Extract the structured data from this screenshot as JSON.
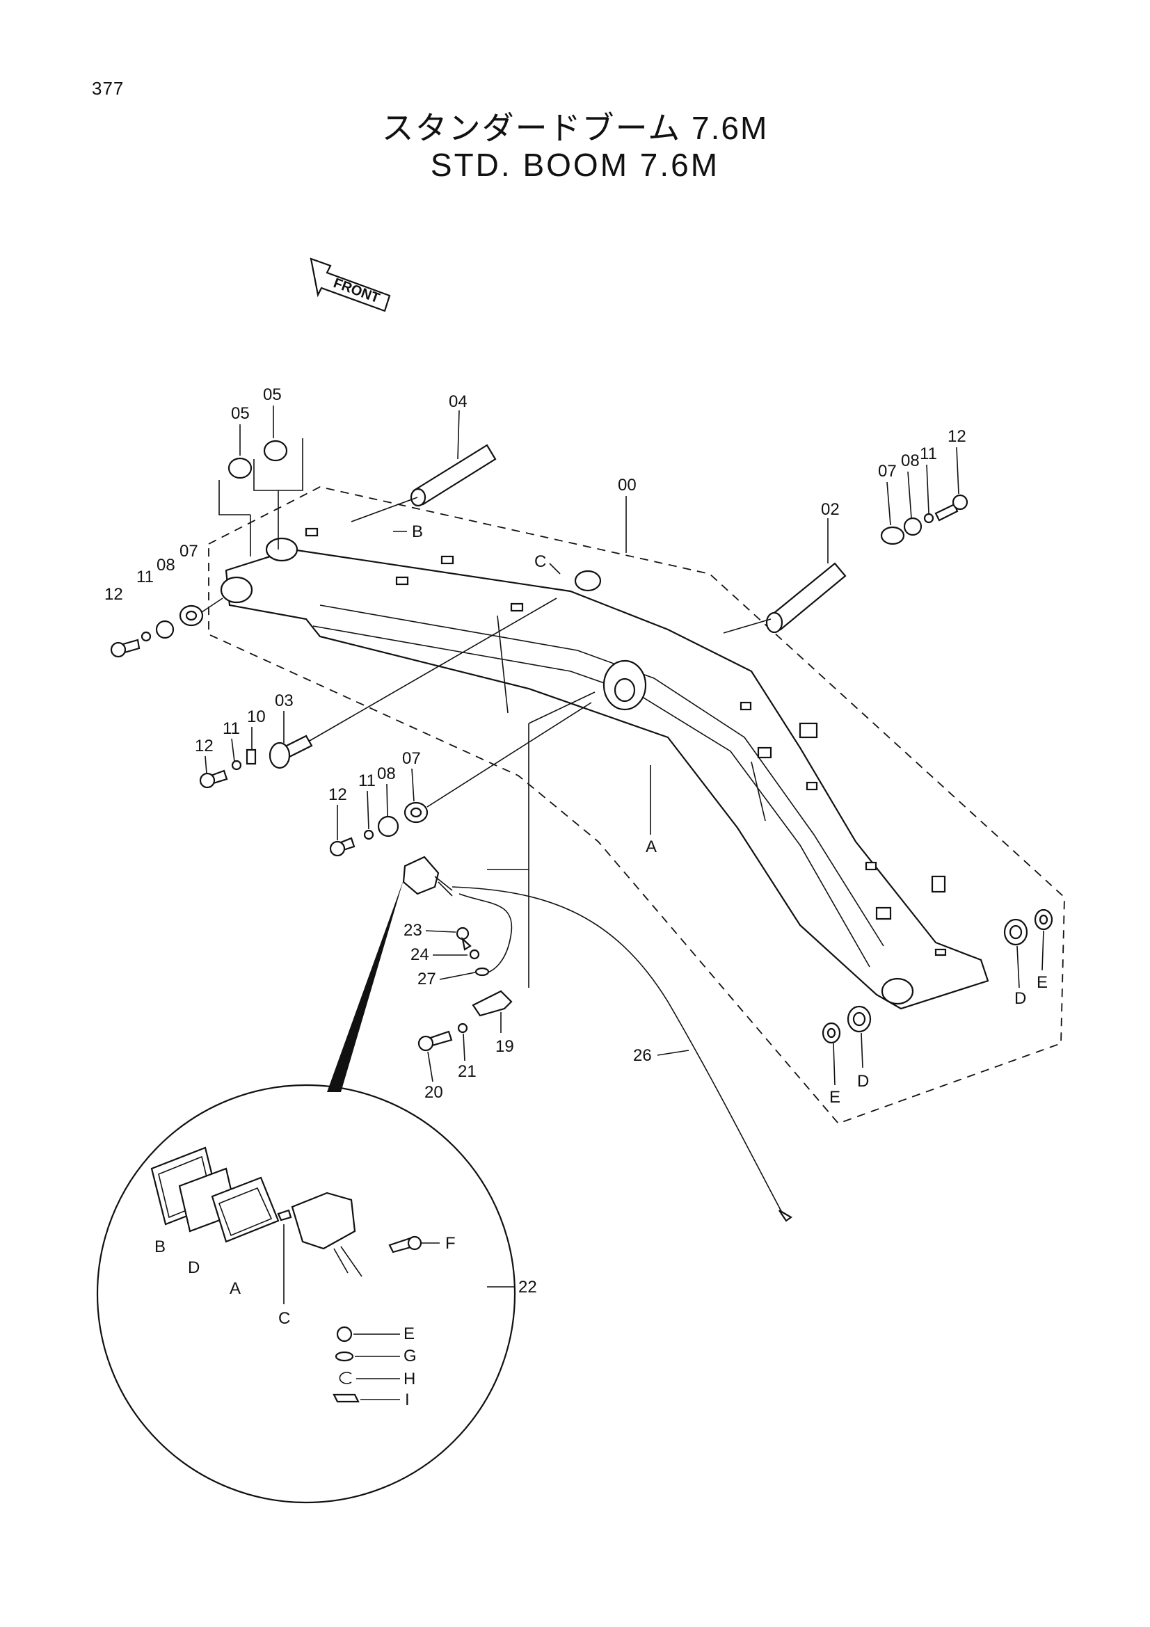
{
  "page_number": "377",
  "title_jp": "スタンダードブーム 7.6M",
  "title_en": "STD. BOOM 7.6M",
  "front_label": "FRONT",
  "part_labels": {
    "p00": "00",
    "p02": "02",
    "p03": "03",
    "p04": "04",
    "p05a": "05",
    "p05b": "05",
    "p07a": "07",
    "p07b": "07",
    "p07c": "07",
    "p08a": "08",
    "p08b": "08",
    "p08c": "08",
    "p10": "10",
    "p11a": "11",
    "p11b": "11",
    "p11c": "11",
    "p11d": "11",
    "p12a": "12",
    "p12b": "12",
    "p12c": "12",
    "p12d": "12",
    "p19": "19",
    "p20": "20",
    "p21": "21",
    "p22": "22",
    "p23": "23",
    "p24": "24",
    "p26": "26",
    "p27": "27"
  },
  "letter_labels": {
    "B_top": "B",
    "C_top": "C",
    "A_boom": "A",
    "D_right": "D",
    "E_right": "E",
    "D_bottom": "D",
    "E_bottom": "E",
    "lamp_B": "B",
    "lamp_D": "D",
    "lamp_A": "A",
    "lamp_C": "C",
    "lamp_F": "F",
    "lamp_E": "E",
    "lamp_G": "G",
    "lamp_H": "H",
    "lamp_I": "I"
  }
}
